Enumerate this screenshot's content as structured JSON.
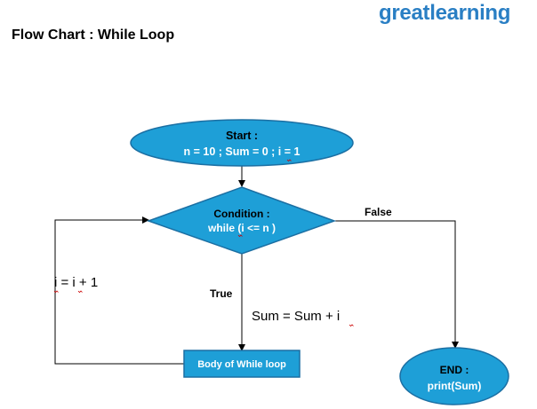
{
  "brand": {
    "part1": "great",
    "part2": "learning"
  },
  "title": "Flow Chart : While Loop",
  "colors": {
    "node_fill": "#1e9fd7",
    "node_border": "#1b6fa3",
    "line": "#000000",
    "brand": "#2a7fc4"
  },
  "nodes": {
    "start": {
      "line1": "Start :",
      "line2": "n = 10 ; Sum = 0 ; i = 1"
    },
    "condition": {
      "line1": "Condition :",
      "line2": "while (i <= n )"
    },
    "body": {
      "label": "Body of While loop"
    },
    "end": {
      "line1": "END :",
      "line2": "print(Sum)"
    }
  },
  "edge_labels": {
    "false": "False",
    "true": "True",
    "sum_update": "Sum = Sum + i",
    "i_update": "i = i + 1"
  }
}
